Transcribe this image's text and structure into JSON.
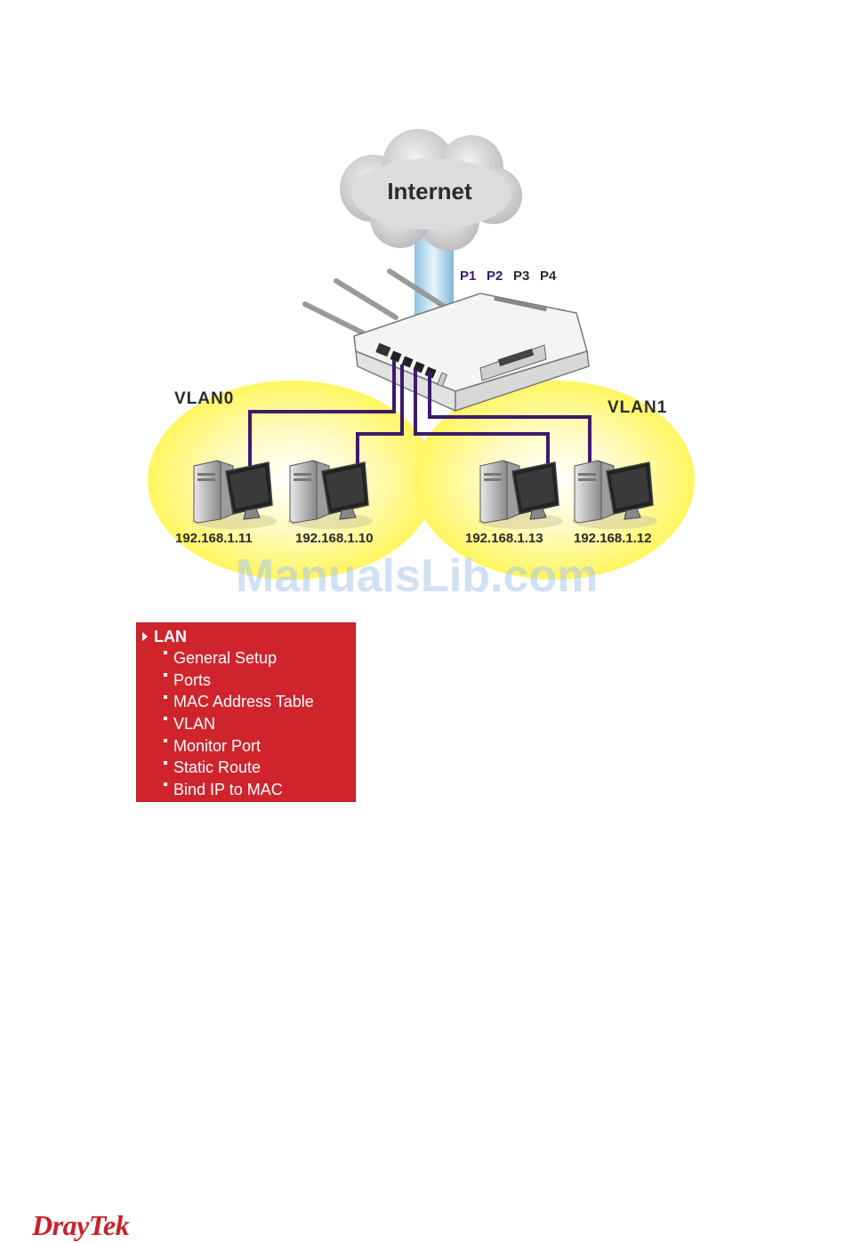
{
  "diagram": {
    "internet_label": "Internet",
    "ports": [
      "P1",
      "P2",
      "P3",
      "P4"
    ],
    "vlan0_label": "VLAN0",
    "vlan1_label": "VLAN1",
    "hosts": [
      "192.168.1.11",
      "192.168.1.10",
      "192.168.1.13",
      "192.168.1.12"
    ],
    "colors": {
      "vlan_fill": "#fff98a",
      "cable": "#3d1a6e",
      "cloud": "#cfcfd1"
    }
  },
  "watermark": "ManualsLib.com",
  "menu": {
    "header": "LAN",
    "items": [
      "General Setup",
      "Ports",
      "MAC Address Table",
      "VLAN",
      "Monitor Port",
      "Static Route",
      "Bind IP to MAC"
    ],
    "colors": {
      "background": "#d0242d"
    }
  },
  "footer": {
    "logo_part1": "Dray",
    "logo_part2": "Tek"
  }
}
